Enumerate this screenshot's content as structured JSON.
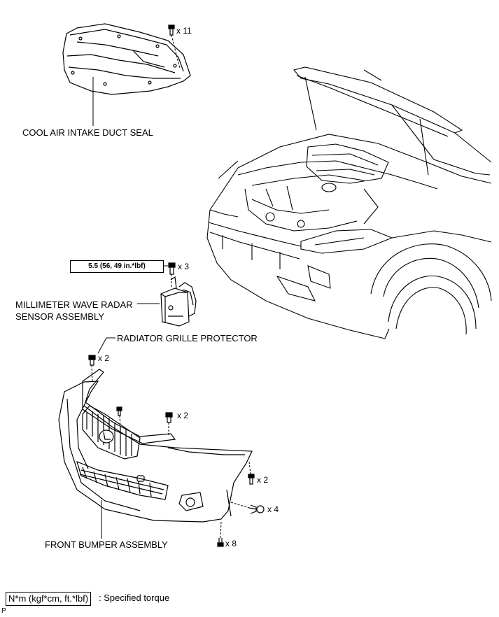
{
  "parts": {
    "cool_air_intake_duct_seal": "COOL AIR INTAKE DUCT SEAL",
    "millimeter_wave_radar_line1": "MILLIMETER WAVE RADAR",
    "millimeter_wave_radar_line2": "SENSOR ASSEMBLY",
    "radiator_grille_protector": "RADIATOR GRILLE PROTECTOR",
    "front_bumper_assembly": "FRONT BUMPER ASSEMBLY"
  },
  "fastener_counts": {
    "duct_seal_clips": "x 11",
    "radar_bolts": "x 3",
    "grille_protector_clips": "x 2",
    "bumper_upper_clips": "x 2",
    "bumper_side_screws": "x 2",
    "bumper_side_bolts": "x 4",
    "bumper_lower_clips": "x 8"
  },
  "torque_spec": "5.5 (56, 49 in.*lbf)",
  "legend": {
    "unit_box": "N*m (kgf*cm, ft.*lbf)",
    "description": ": Specified torque"
  },
  "page_mark": "P"
}
